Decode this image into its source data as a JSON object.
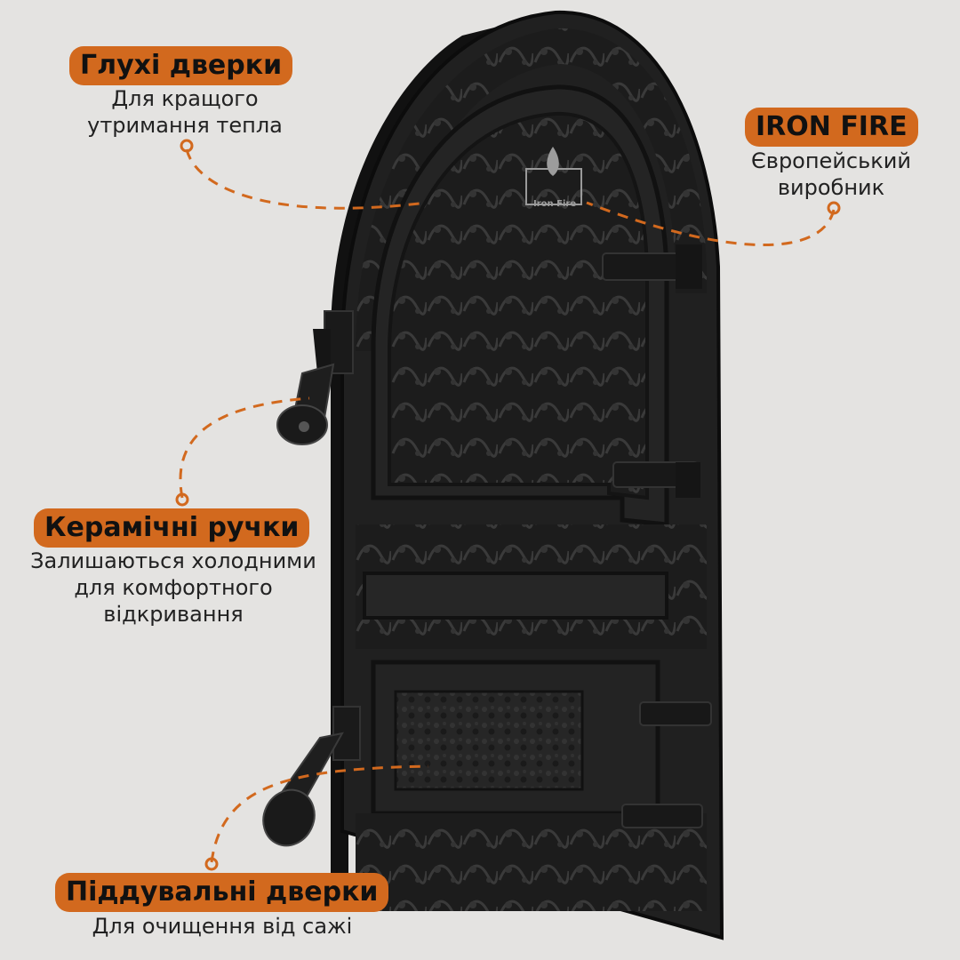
{
  "colors": {
    "background": "#e4e3e1",
    "accent": "#d2691e",
    "door": "#1f1f1f",
    "text": "#222222"
  },
  "door": {
    "logo_text": "Iron Fire",
    "logo_icon": "flame-icon"
  },
  "callouts": {
    "blind_door": {
      "title": "Глухі дверки",
      "lines": [
        "Для кращого",
        "утримання тепла"
      ]
    },
    "brand": {
      "title": "IRON FIRE",
      "lines": [
        "Європейський",
        "виробник"
      ]
    },
    "handles": {
      "title": "Керамічні ручки",
      "lines": [
        "Залишаються холодними",
        "для комфортного",
        "відкривання"
      ]
    },
    "ash_door": {
      "title": "Піддувальні дверки",
      "lines": [
        "Для очищення від сажі"
      ]
    }
  }
}
